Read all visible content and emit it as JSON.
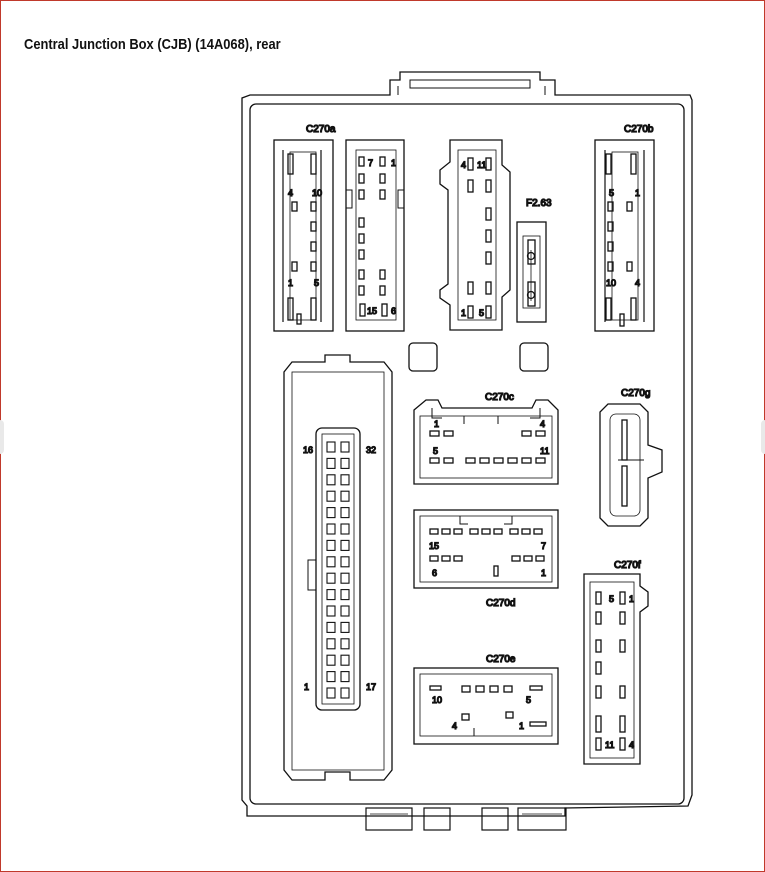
{
  "title": "Central Junction Box (CJB) (14A068), rear",
  "connectors": {
    "c270a": {
      "label": "C270a",
      "pins": [
        "4",
        "10",
        "1",
        "5"
      ]
    },
    "c270_mid": {
      "pins": [
        "7",
        "1",
        "15",
        "6"
      ]
    },
    "c270_right": {
      "pins": [
        "4",
        "11",
        "1",
        "5"
      ]
    },
    "fuse": {
      "label": "F2.63"
    },
    "c270b": {
      "label": "C270b",
      "pins": [
        "5",
        "1",
        "10",
        "4"
      ]
    },
    "c270c": {
      "label": "C270c",
      "pins": [
        "1",
        "4",
        "5",
        "11"
      ]
    },
    "c270g": {
      "label": "C270g"
    },
    "large": {
      "pins": [
        "16",
        "32",
        "1",
        "17"
      ]
    },
    "c270d": {
      "label": "C270d",
      "pins": [
        "15",
        "7",
        "6",
        "1"
      ]
    },
    "c270f": {
      "label": "C270f",
      "pins": [
        "5",
        "1",
        "11",
        "4"
      ]
    },
    "c270e": {
      "label": "C270e",
      "pins": [
        "10",
        "5",
        "4",
        "1"
      ]
    }
  }
}
